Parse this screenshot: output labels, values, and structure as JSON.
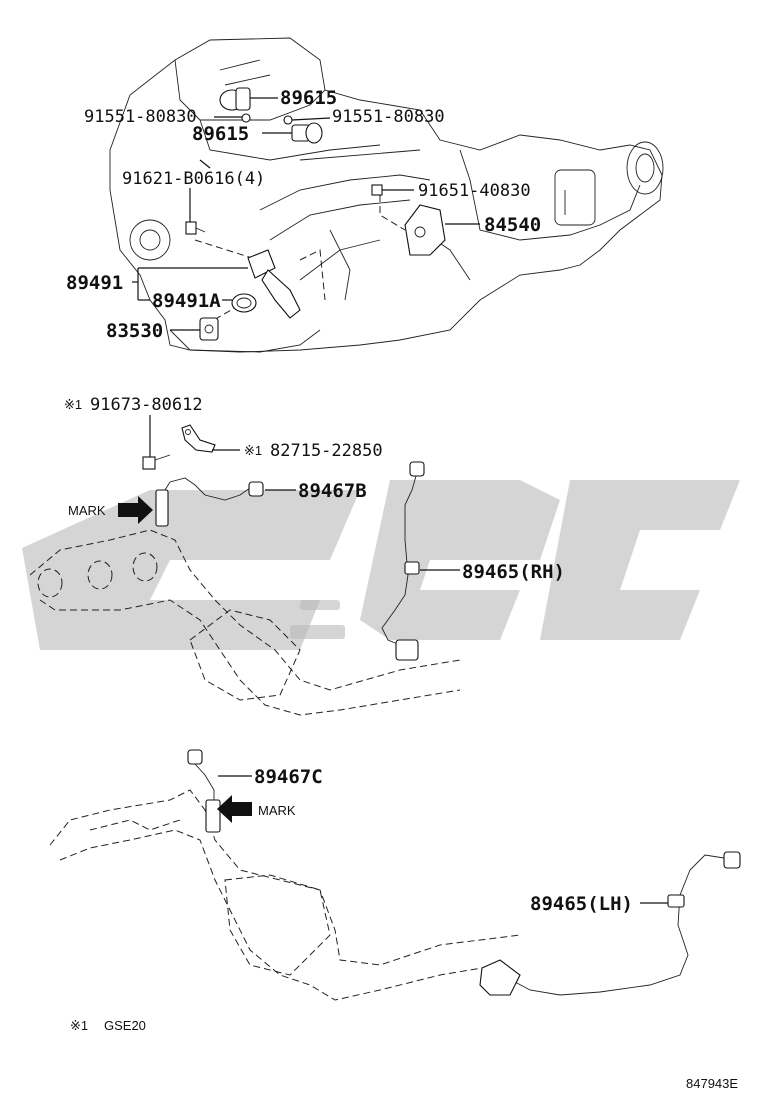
{
  "labels": {
    "p89615_top": "89615",
    "p91551_left": "91551-80830",
    "p91551_right": "91551-80830",
    "p89615_mid": "89615",
    "p91621": "91621-B0616(4)",
    "p91651": "91651-40830",
    "p84540": "84540",
    "p89491": "89491",
    "p89491A": "89491A",
    "p83530": "83530",
    "p91673": "91673-80612",
    "p91673_mark": "※1",
    "p82715": "82715-22850",
    "p82715_mark": "※1",
    "p89467B": "89467B",
    "p89465RH": "89465(RH)",
    "p89467C": "89467C",
    "p89465LH": "89465(LH)",
    "mark_top": "MARK",
    "mark_bottom": "MARK",
    "footnote_symbol": "※1",
    "footnote_text": "GSE20",
    "illustration_id": "847943E"
  }
}
